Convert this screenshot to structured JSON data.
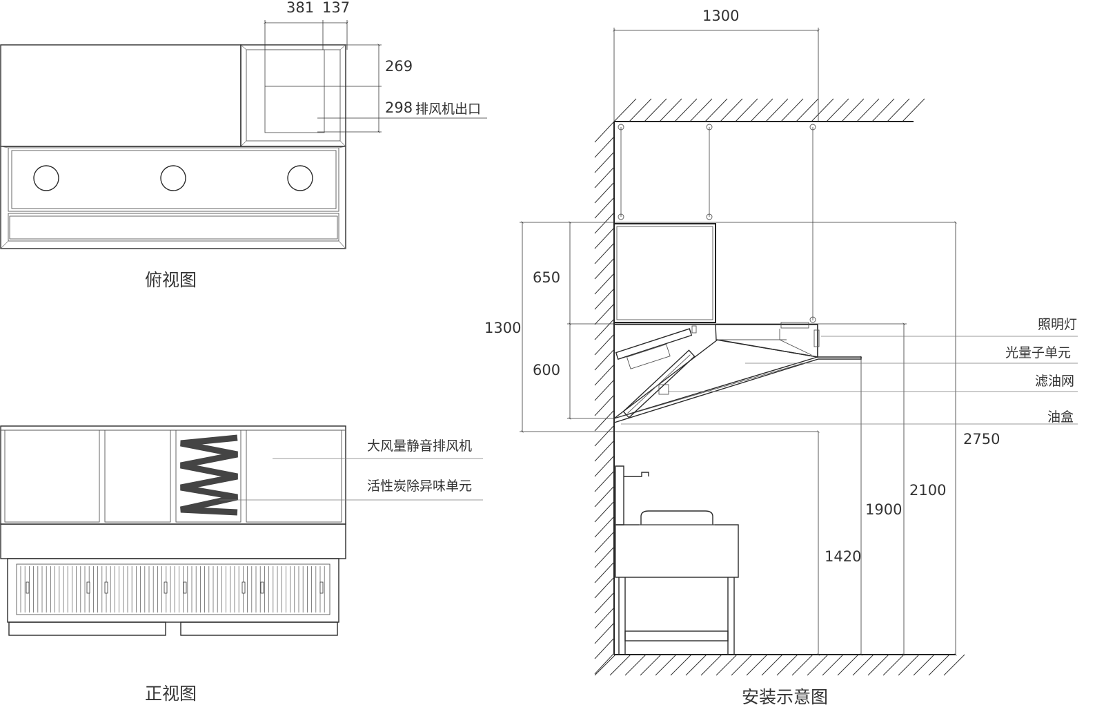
{
  "views": {
    "top": {
      "title": "俯视图",
      "outlet_label": "排风机出口"
    },
    "front": {
      "title": "正视图",
      "fan_label": "大风量静音排风机",
      "carbon_label": "活性炭除异味单元"
    },
    "install": {
      "title": "安装示意图",
      "labels": {
        "light": "照明灯",
        "quantum": "光量子单元",
        "filter": "滤油网",
        "oil_box": "油盒"
      }
    }
  },
  "dimensions": {
    "top_w1": "381",
    "top_w2": "137",
    "top_h1": "269",
    "top_h2": "298",
    "install_width": "1300",
    "install_height_total": "1300",
    "install_upper": "650",
    "install_lower": "600",
    "h_2750": "2750",
    "h_2100": "2100",
    "h_1900": "1900",
    "h_1420": "1420"
  }
}
